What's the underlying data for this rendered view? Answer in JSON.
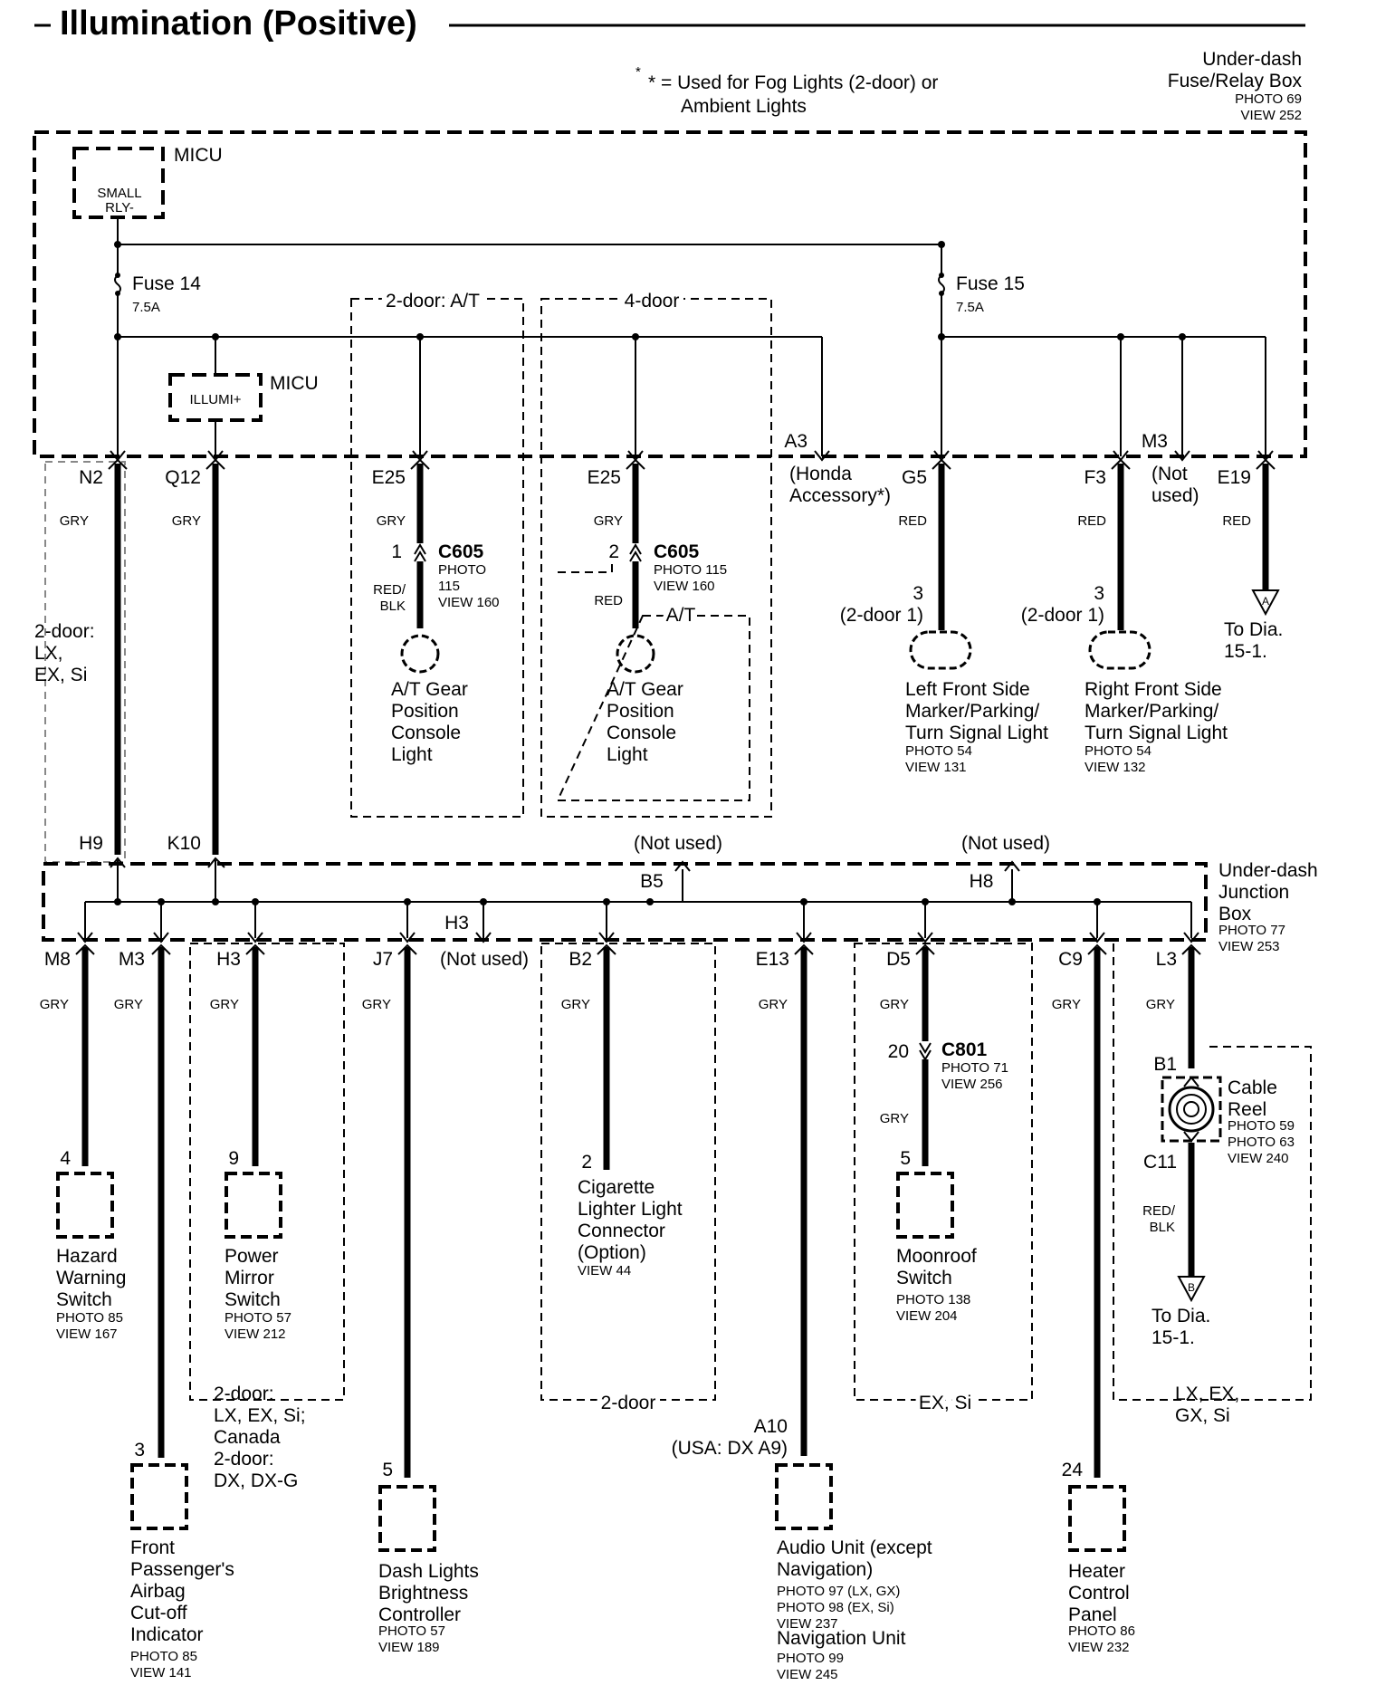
{
  "title": "Illumination (Positive)",
  "note": {
    "l1": "* = Used for Fog Lights (2-door) or",
    "l2": "Ambient Lights"
  },
  "fuse_box": {
    "l1": "Under-dash",
    "l2": "Fuse/Relay Box",
    "photo": "PHOTO 69",
    "view": "VIEW 252"
  },
  "micu": {
    "label": "MICU",
    "relay_l1": "SMALL",
    "relay_l2": "RLY-",
    "illumi": "ILLUMI+"
  },
  "fuses": [
    {
      "name": "Fuse 14",
      "rating": "7.5A"
    },
    {
      "name": "Fuse 15",
      "rating": "7.5A"
    }
  ],
  "groups": {
    "door2_at": "2-door: A/T",
    "door4": "4-door",
    "at": "A/T",
    "variant_2door": "2-door:\nLX,\nEX, Si",
    "mirror_variant": "2-door:\nLX, EX, Si;\nCanada\n2-door:\nDX, DX-G",
    "cig_variant": "2-door",
    "moon_variant": "EX, Si",
    "reel_variant": "LX, EX,\nGX, Si"
  },
  "top_terminals": [
    "N2",
    "Q12",
    "E25",
    "E25",
    "A3",
    "G5",
    "F3",
    "M3",
    "E19"
  ],
  "honda_accessory": "(Honda\nAccessory*)",
  "not_used": "(Not used)",
  "not_used_2line": "(Not\nused)",
  "wire_colors": {
    "gry": "GRY",
    "red": "RED",
    "redblk": "RED/\nBLK"
  },
  "c605": {
    "name": "C605",
    "pin1": "1",
    "pin2": "2",
    "photo_a": "PHOTO\n115\nVIEW 160",
    "photo_b": "PHOTO 115\nVIEW 160"
  },
  "at_light": "A/T Gear\nPosition\nConsole\nLight",
  "door2_pin": "3",
  "door2_paren": "(2-door 1)",
  "left_marker": {
    "name": "Left Front Side\nMarker/Parking/\nTurn Signal Light",
    "ref": "PHOTO 54\nVIEW 131"
  },
  "right_marker": {
    "name": "Right Front Side\nMarker/Parking/\nTurn Signal Light",
    "ref": "PHOTO 54\nVIEW 132"
  },
  "to_dia": {
    "a": "A",
    "b": "B",
    "text": "To Dia.\n15-1."
  },
  "junction_terms_top": [
    "H9",
    "K10",
    "B5",
    "H8",
    "H3"
  ],
  "junction_box": {
    "name": "Under-dash\nJunction\nBox",
    "ref": "PHOTO 77\nVIEW 253"
  },
  "bottom_terminals": [
    "M8",
    "M3",
    "H3",
    "J7",
    "B2",
    "E13",
    "D5",
    "C9",
    "L3"
  ],
  "c801": {
    "name": "C801",
    "pin": "20",
    "ref": "PHOTO 71\nVIEW 256"
  },
  "cable_reel": {
    "name": "Cable\nReel",
    "ref": "PHOTO 59\nPHOTO 63\nVIEW 240",
    "b1": "B1",
    "c11": "C11"
  },
  "audio_term": "A10\n(USA: DX A9)",
  "components": [
    {
      "pin": "4",
      "name": "Hazard\nWarning\nSwitch",
      "ref": "PHOTO 85\nVIEW 167"
    },
    {
      "pin": "3",
      "name": "Front\nPassenger's\nAirbag\nCut-off\nIndicator",
      "ref": "PHOTO 85\nVIEW 141"
    },
    {
      "pin": "9",
      "name": "Power\nMirror\nSwitch",
      "ref": "PHOTO 57\nVIEW 212"
    },
    {
      "pin": "5",
      "name": "Dash Lights\nBrightness\nController",
      "ref": "PHOTO 57\nVIEW 189"
    },
    {
      "pin": "2",
      "name": "Cigarette\nLighter Light\nConnector\n(Option)",
      "ref": "VIEW 44"
    },
    {
      "pin": "",
      "name": "Audio Unit (except\nNavigation)",
      "ref": "PHOTO 97 (LX, GX)\nPHOTO 98 (EX, Si)\nVIEW 237"
    },
    {
      "pin": "",
      "name": "Navigation Unit",
      "ref": "PHOTO 99\nVIEW 245"
    },
    {
      "pin": "5",
      "name": "Moonroof\nSwitch",
      "ref": "PHOTO 138\nVIEW 204"
    },
    {
      "pin": "24",
      "name": "Heater\nControl\nPanel",
      "ref": "PHOTO 86\nVIEW 232"
    }
  ]
}
